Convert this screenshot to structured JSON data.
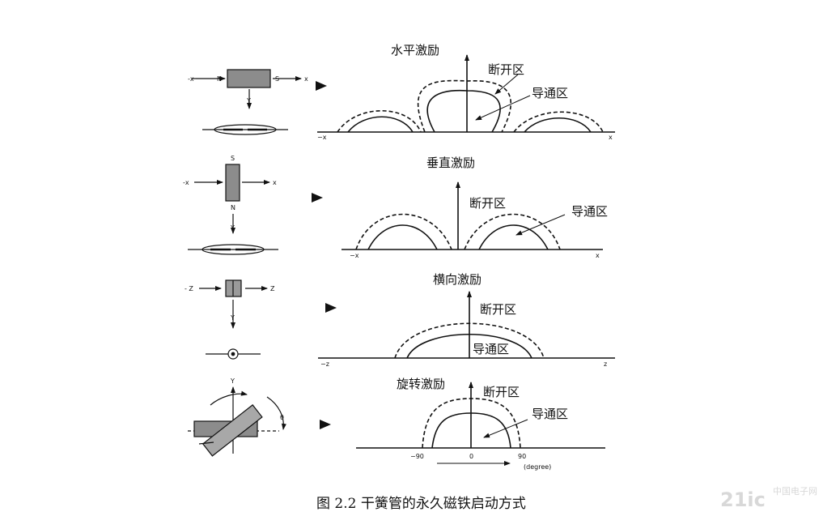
{
  "panels": [
    {
      "title": "水平激励",
      "break_label": "断开区",
      "conduct_label": "导通区",
      "axis_left": "−x",
      "axis_right": "x",
      "magnet": {
        "left_label": "-x",
        "right_label": "x",
        "pole_a": "N",
        "pole_b": "S",
        "down_label": "Y"
      }
    },
    {
      "title": "垂直激励",
      "break_label": "断开区",
      "conduct_label": "导通区",
      "axis_left": "−x",
      "axis_right": "x",
      "magnet": {
        "left_label": "-x",
        "right_label": "x",
        "pole_a": "S",
        "pole_b": "N",
        "down_label": "Y"
      }
    },
    {
      "title": "横向激励",
      "break_label": "断开区",
      "conduct_label": "导通区",
      "axis_left": "−z",
      "axis_right": "z",
      "magnet": {
        "left_label": "- Z",
        "right_label": "Z",
        "down_label": "Y"
      }
    },
    {
      "title": "旋转激励",
      "break_label": "断开区",
      "conduct_label": "导通区",
      "axis_left": "−90",
      "axis_center": "0",
      "axis_right": "90",
      "axis_unit": "(degree)",
      "magnet": {
        "top_label": "Y",
        "angle_label": "θ"
      }
    }
  ],
  "caption": "图 2.2  干簧管的永久磁铁启动方式",
  "watermark": {
    "main": "21ic",
    "sub": "中国电子网"
  }
}
